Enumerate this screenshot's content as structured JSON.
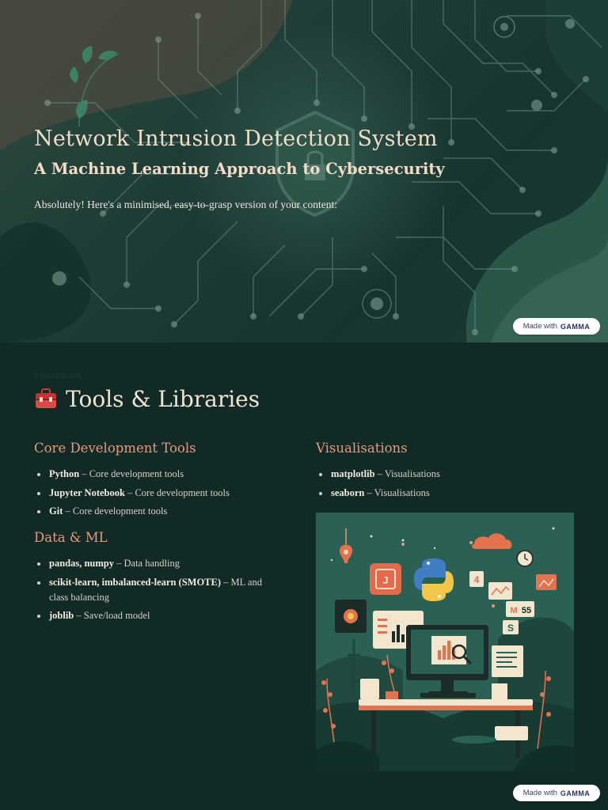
{
  "hero": {
    "title": "Network Intrusion Detection System",
    "subtitle": "A Machine Learning Approach to Cybersecurity",
    "intro": "Absolutely! Here's a minimised, easy-to-grasp version of your content:",
    "badge": {
      "prefix": "Made with",
      "brand": "GAMMA"
    }
  },
  "section": {
    "eyebrow": "Foundation",
    "title": "Tools & Libraries",
    "title_icon": "toolbox-icon",
    "columns": {
      "left": {
        "core": {
          "heading": "Core Development Tools",
          "items": [
            {
              "name": "Python",
              "desc": " – Core development tools"
            },
            {
              "name": "Jupyter Notebook",
              "desc": " – Core development tools"
            },
            {
              "name": "Git",
              "desc": " – Core development tools"
            }
          ]
        },
        "data": {
          "heading": "Data & ML",
          "items": [
            {
              "name": "pandas, numpy",
              "desc": " – Data handling"
            },
            {
              "name": "scikit-learn, imbalanced-learn (SMOTE)",
              "desc": " – ML and class balancing"
            },
            {
              "name": "joblib",
              "desc": " – Save/load model"
            }
          ]
        }
      },
      "right": {
        "viz": {
          "heading": "Visualisations",
          "items": [
            {
              "name": "matplotlib",
              "desc": " – Visualisations"
            },
            {
              "name": "seaborn",
              "desc": " – Visualisations"
            }
          ]
        }
      }
    },
    "badge": {
      "prefix": "Made with",
      "brand": "GAMMA"
    }
  },
  "illustration": {
    "badge_4": "4",
    "badge_55": "55",
    "badge_m": "M",
    "badge_s": "S",
    "badge_j": "J"
  },
  "colors": {
    "background": "#112a26",
    "accent": "#e59a7a",
    "hero_text": "#f1dcc6"
  }
}
